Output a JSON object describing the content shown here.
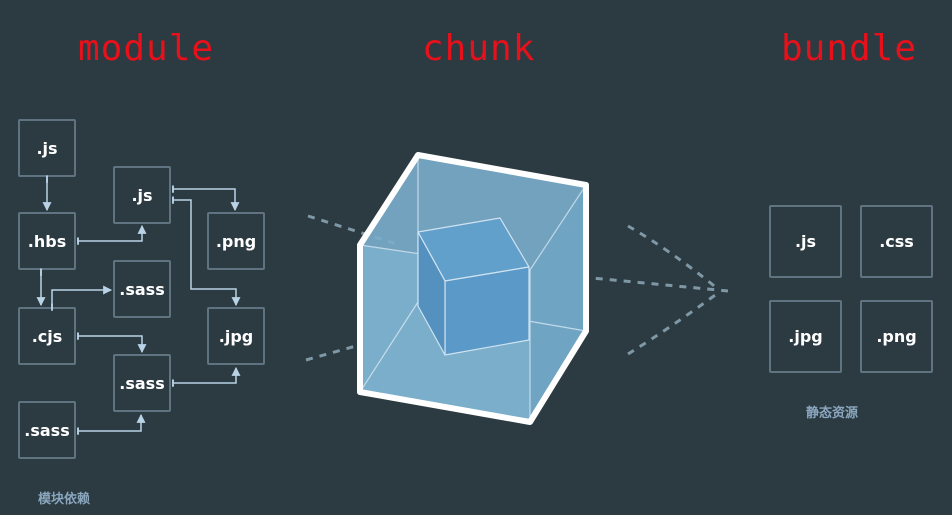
{
  "titles": {
    "module": "module",
    "chunk": "chunk",
    "bundle": "bundle"
  },
  "modules": {
    "js_top": ".js",
    "js_mid": ".js",
    "hbs": ".hbs",
    "png": ".png",
    "sass_a": ".sass",
    "cjs": ".cjs",
    "jpg": ".jpg",
    "sass_b": ".sass",
    "sass_c": ".sass",
    "caption": "模块依赖"
  },
  "bundle": {
    "js": ".js",
    "css": ".css",
    "jpg": ".jpg",
    "png": ".png",
    "caption": "静态资源"
  },
  "colors": {
    "background": "#2c3a42",
    "title": "#e8101a",
    "box_border": "#5f7480",
    "arrow": "#b9d3e6",
    "cube_face": "#7aaecb",
    "inner_cube": "#5b9ac8",
    "dashed": "#7f98a6"
  }
}
